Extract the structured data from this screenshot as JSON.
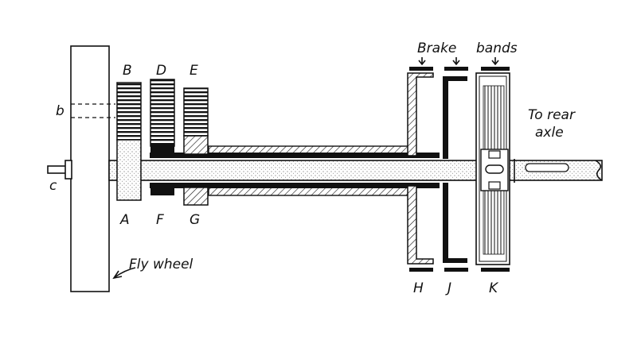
{
  "labels": {
    "b_top": "B",
    "d_top": "D",
    "e_top": "E",
    "b_side": "b",
    "c_side": "c",
    "a_bottom": "A",
    "f_bottom": "F",
    "g_bottom": "G",
    "h_bottom": "H",
    "j_bottom": "J",
    "k_bottom": "K",
    "brake": "Brake",
    "bands": "bands",
    "rear_line1": "To rear",
    "rear_line2": "axle",
    "flywheel": "Fly wheel"
  }
}
